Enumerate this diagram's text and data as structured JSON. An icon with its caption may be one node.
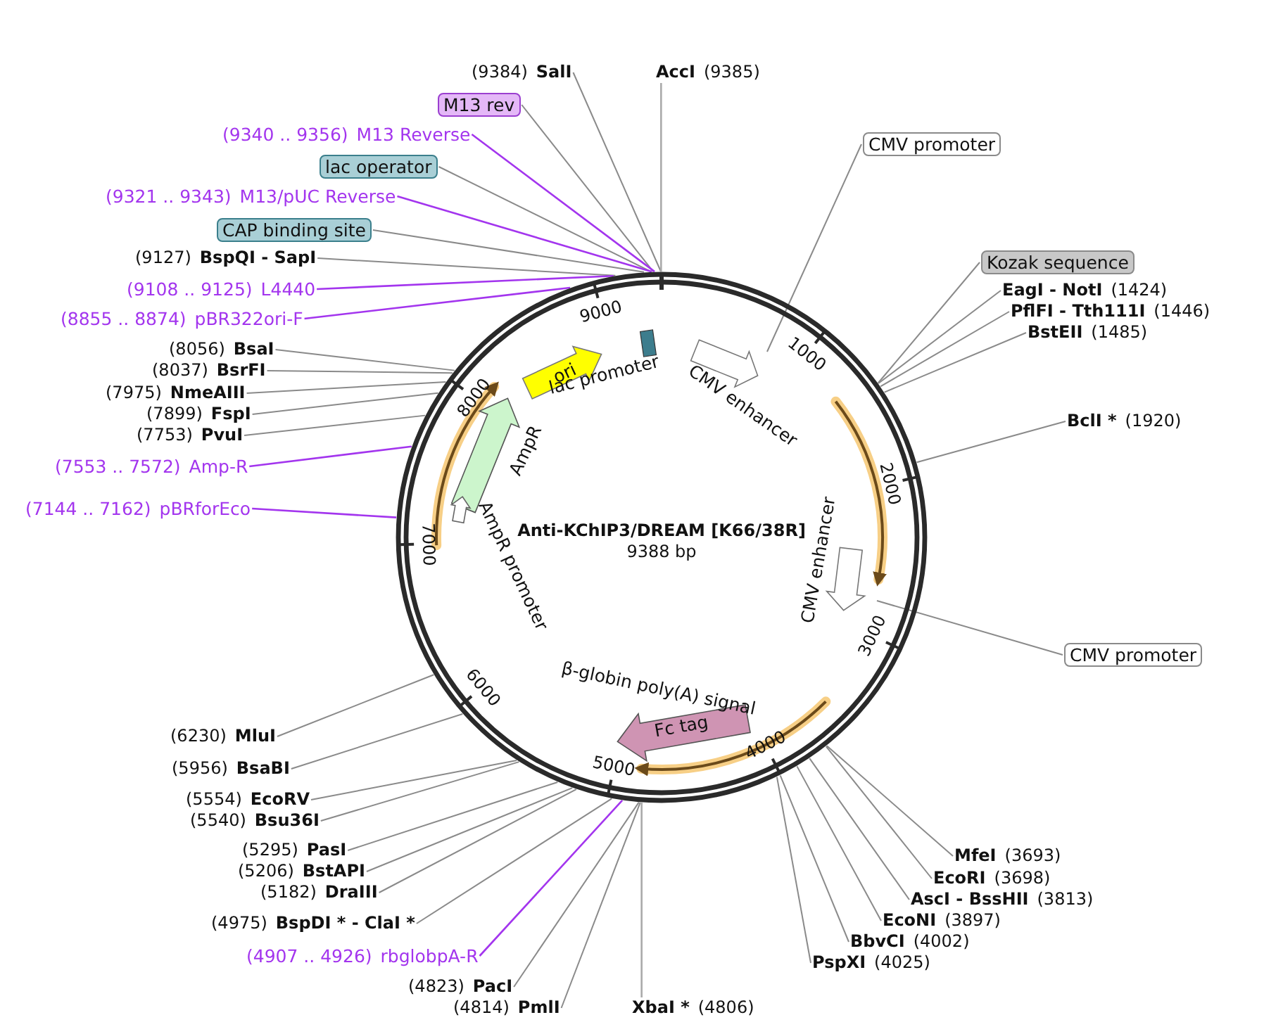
{
  "diagram": {
    "nodes": [
      {
        "text": [
          "Anti-KChIP3/DREAM [K66/38R]",
          "9388 bp"
        ]
      },
      {
        "text": [
          "SalI"
        ],
        "beside": [
          "(9384)"
        ]
      },
      {
        "text": [
          "AccI"
        ],
        "beside": [
          "(9385)"
        ]
      },
      {
        "text": [
          "M13 rev"
        ]
      },
      {
        "text": [
          "M13 Reverse"
        ],
        "beside": [
          "(9340 .. 9356)"
        ]
      },
      {
        "text": [
          "lac operator"
        ]
      },
      {
        "text": [
          "M13/pUC Reverse"
        ],
        "beside": [
          "(9321 .. 9343)"
        ]
      },
      {
        "text": [
          "CAP binding site"
        ]
      },
      {
        "text": [
          "BspQI - SapI"
        ],
        "beside": [
          "(9127)"
        ]
      },
      {
        "text": [
          "L4440"
        ],
        "beside": [
          "(9108 .. 9125)"
        ]
      },
      {
        "text": [
          "pBR322ori-F"
        ],
        "beside": [
          "(8855 .. 8874)"
        ]
      },
      {
        "text": [
          "BsaI"
        ],
        "beside": [
          "(8056)"
        ]
      },
      {
        "text": [
          "BsrFI"
        ],
        "beside": [
          "(8037)"
        ]
      },
      {
        "text": [
          "NmeAIII"
        ],
        "beside": [
          "(7975)"
        ]
      },
      {
        "text": [
          "FspI"
        ],
        "beside": [
          "(7899)"
        ]
      },
      {
        "text": [
          "PvuI"
        ],
        "beside": [
          "(7753)"
        ]
      },
      {
        "text": [
          "Amp-R"
        ],
        "beside": [
          "(7553 .. 7572)"
        ]
      },
      {
        "text": [
          "pBRforEco"
        ],
        "beside": [
          "(7144 .. 7162)"
        ]
      },
      {
        "text": [
          "MluI"
        ],
        "beside": [
          "(6230)"
        ]
      },
      {
        "text": [
          "BsaBI"
        ],
        "beside": [
          "(5956)"
        ]
      },
      {
        "text": [
          "EcoRV"
        ],
        "beside": [
          "(5554)"
        ]
      },
      {
        "text": [
          "Bsu36I"
        ],
        "beside": [
          "(5540)"
        ]
      },
      {
        "text": [
          "PasI"
        ],
        "beside": [
          "(5295)"
        ]
      },
      {
        "text": [
          "BstAPI"
        ],
        "beside": [
          "(5206)"
        ]
      },
      {
        "text": [
          "DraIII"
        ],
        "beside": [
          "(5182)"
        ]
      },
      {
        "text": [
          "BspDI * - ClaI *"
        ],
        "beside": [
          "(4975)"
        ]
      },
      {
        "text": [
          "rbglobpA-R"
        ],
        "beside": [
          "(4907 .. 4926)"
        ]
      },
      {
        "text": [
          "PacI"
        ],
        "beside": [
          "(4823)"
        ]
      },
      {
        "text": [
          "PmlI"
        ],
        "beside": [
          "(4814)"
        ]
      },
      {
        "text": [
          "XbaI *"
        ],
        "beside": [
          "(4806)"
        ]
      },
      {
        "text": [
          "MfeI"
        ],
        "beside": [
          "(3693)"
        ]
      },
      {
        "text": [
          "EcoRI"
        ],
        "beside": [
          "(3698)"
        ]
      },
      {
        "text": [
          "AscI - BssHII"
        ],
        "beside": [
          "(3813)"
        ]
      },
      {
        "text": [
          "EcoNI"
        ],
        "beside": [
          "(3897)"
        ]
      },
      {
        "text": [
          "BbvCI"
        ],
        "beside": [
          "(4002)"
        ]
      },
      {
        "text": [
          "PspXI"
        ],
        "beside": [
          "(4025)"
        ]
      },
      {
        "text": [
          "CMV promoter"
        ]
      },
      {
        "text": [
          "Kozak sequence"
        ]
      },
      {
        "text": [
          "EagI - NotI"
        ],
        "beside": [
          "(1424)"
        ]
      },
      {
        "text": [
          "PflFI - Tth111I"
        ],
        "beside": [
          "(1446)"
        ]
      },
      {
        "text": [
          "BstEII"
        ],
        "beside": [
          "(1485)"
        ]
      },
      {
        "text": [
          "BclI *"
        ],
        "beside": [
          "(1920)"
        ]
      },
      {
        "text": [
          "CMV promoter"
        ]
      },
      {
        "text": [
          "ori"
        ],
        "in": 0
      },
      {
        "text": [
          "lac promoter"
        ],
        "in": 0
      },
      {
        "text": [
          "CMV enhancer"
        ],
        "in": 0
      },
      {
        "text": [
          "AmpR"
        ],
        "in": 0
      },
      {
        "text": [
          "AmpR promoter"
        ],
        "in": 0
      },
      {
        "text": [
          "CMV enhancer"
        ],
        "in": 0
      },
      {
        "text": [
          "β-globin poly(A) signal"
        ],
        "in": 0
      },
      {
        "text": [
          "Fc tag"
        ],
        "in": 0
      }
    ],
    "edges": [
      {
        "from": 1,
        "to": 0,
        "arrow": "none"
      },
      {
        "from": 2,
        "to": 0,
        "arrow": "none",
        "color": "#aaaaaa"
      },
      {
        "from": 3,
        "to": 0,
        "arrow": "none"
      },
      {
        "from": 4,
        "to": 0,
        "arrow": "none",
        "color": "#a335ee"
      },
      {
        "from": 5,
        "to": 0,
        "arrow": "none"
      },
      {
        "from": 6,
        "to": 0,
        "arrow": "none",
        "color": "#a335ee"
      },
      {
        "from": 7,
        "to": 0,
        "arrow": "none"
      },
      {
        "from": 8,
        "to": 0,
        "arrow": "none"
      },
      {
        "from": 9,
        "to": 0,
        "arrow": "none",
        "color": "#a335ee"
      },
      {
        "from": 10,
        "to": 0,
        "arrow": "none",
        "color": "#a335ee"
      },
      {
        "from": 11,
        "to": 0,
        "arrow": "none"
      },
      {
        "from": 12,
        "to": 0,
        "arrow": "none"
      },
      {
        "from": 13,
        "to": 0,
        "arrow": "none"
      },
      {
        "from": 14,
        "to": 0,
        "arrow": "none"
      },
      {
        "from": 15,
        "to": 0,
        "arrow": "none"
      },
      {
        "from": 16,
        "to": 0,
        "arrow": "none",
        "color": "#a335ee"
      },
      {
        "from": 17,
        "to": 0,
        "arrow": "none",
        "color": "#a335ee"
      },
      {
        "from": 18,
        "to": 0,
        "arrow": "none"
      },
      {
        "from": 19,
        "to": 0,
        "arrow": "none"
      },
      {
        "from": 20,
        "to": 0,
        "arrow": "none"
      },
      {
        "from": 21,
        "to": 0,
        "arrow": "none"
      },
      {
        "from": 22,
        "to": 0,
        "arrow": "none"
      },
      {
        "from": 23,
        "to": 0,
        "arrow": "none"
      },
      {
        "from": 24,
        "to": 0,
        "arrow": "none"
      },
      {
        "from": 25,
        "to": 0,
        "arrow": "none"
      },
      {
        "from": 26,
        "to": 0,
        "arrow": "none",
        "color": "#a335ee"
      },
      {
        "from": 27,
        "to": 0,
        "arrow": "none"
      },
      {
        "from": 28,
        "to": 0,
        "arrow": "none"
      },
      {
        "from": 29,
        "to": 0,
        "arrow": "none",
        "color": "#aaaaaa"
      },
      {
        "from": 30,
        "to": 0,
        "arrow": "none"
      },
      {
        "from": 31,
        "to": 0,
        "arrow": "none"
      },
      {
        "from": 32,
        "to": 0,
        "arrow": "none"
      },
      {
        "from": 33,
        "to": 0,
        "arrow": "none"
      },
      {
        "from": 34,
        "to": 0,
        "arrow": "none"
      },
      {
        "from": 35,
        "to": 0,
        "arrow": "none"
      },
      {
        "from": 36,
        "to": 0,
        "arrow": "none"
      },
      {
        "from": 37,
        "to": 0,
        "arrow": "none"
      },
      {
        "from": 38,
        "to": 0,
        "arrow": "none"
      },
      {
        "from": 39,
        "to": 0,
        "arrow": "none"
      },
      {
        "from": 40,
        "to": 0,
        "arrow": "none"
      },
      {
        "from": 41,
        "to": 0,
        "arrow": "none"
      },
      {
        "from": 42,
        "to": 0,
        "arrow": "none"
      }
    ],
    "labels": [
      "1000",
      "2000",
      "3000",
      "4000",
      "5000",
      "6000",
      "7000",
      "8000",
      "9000"
    ]
  }
}
